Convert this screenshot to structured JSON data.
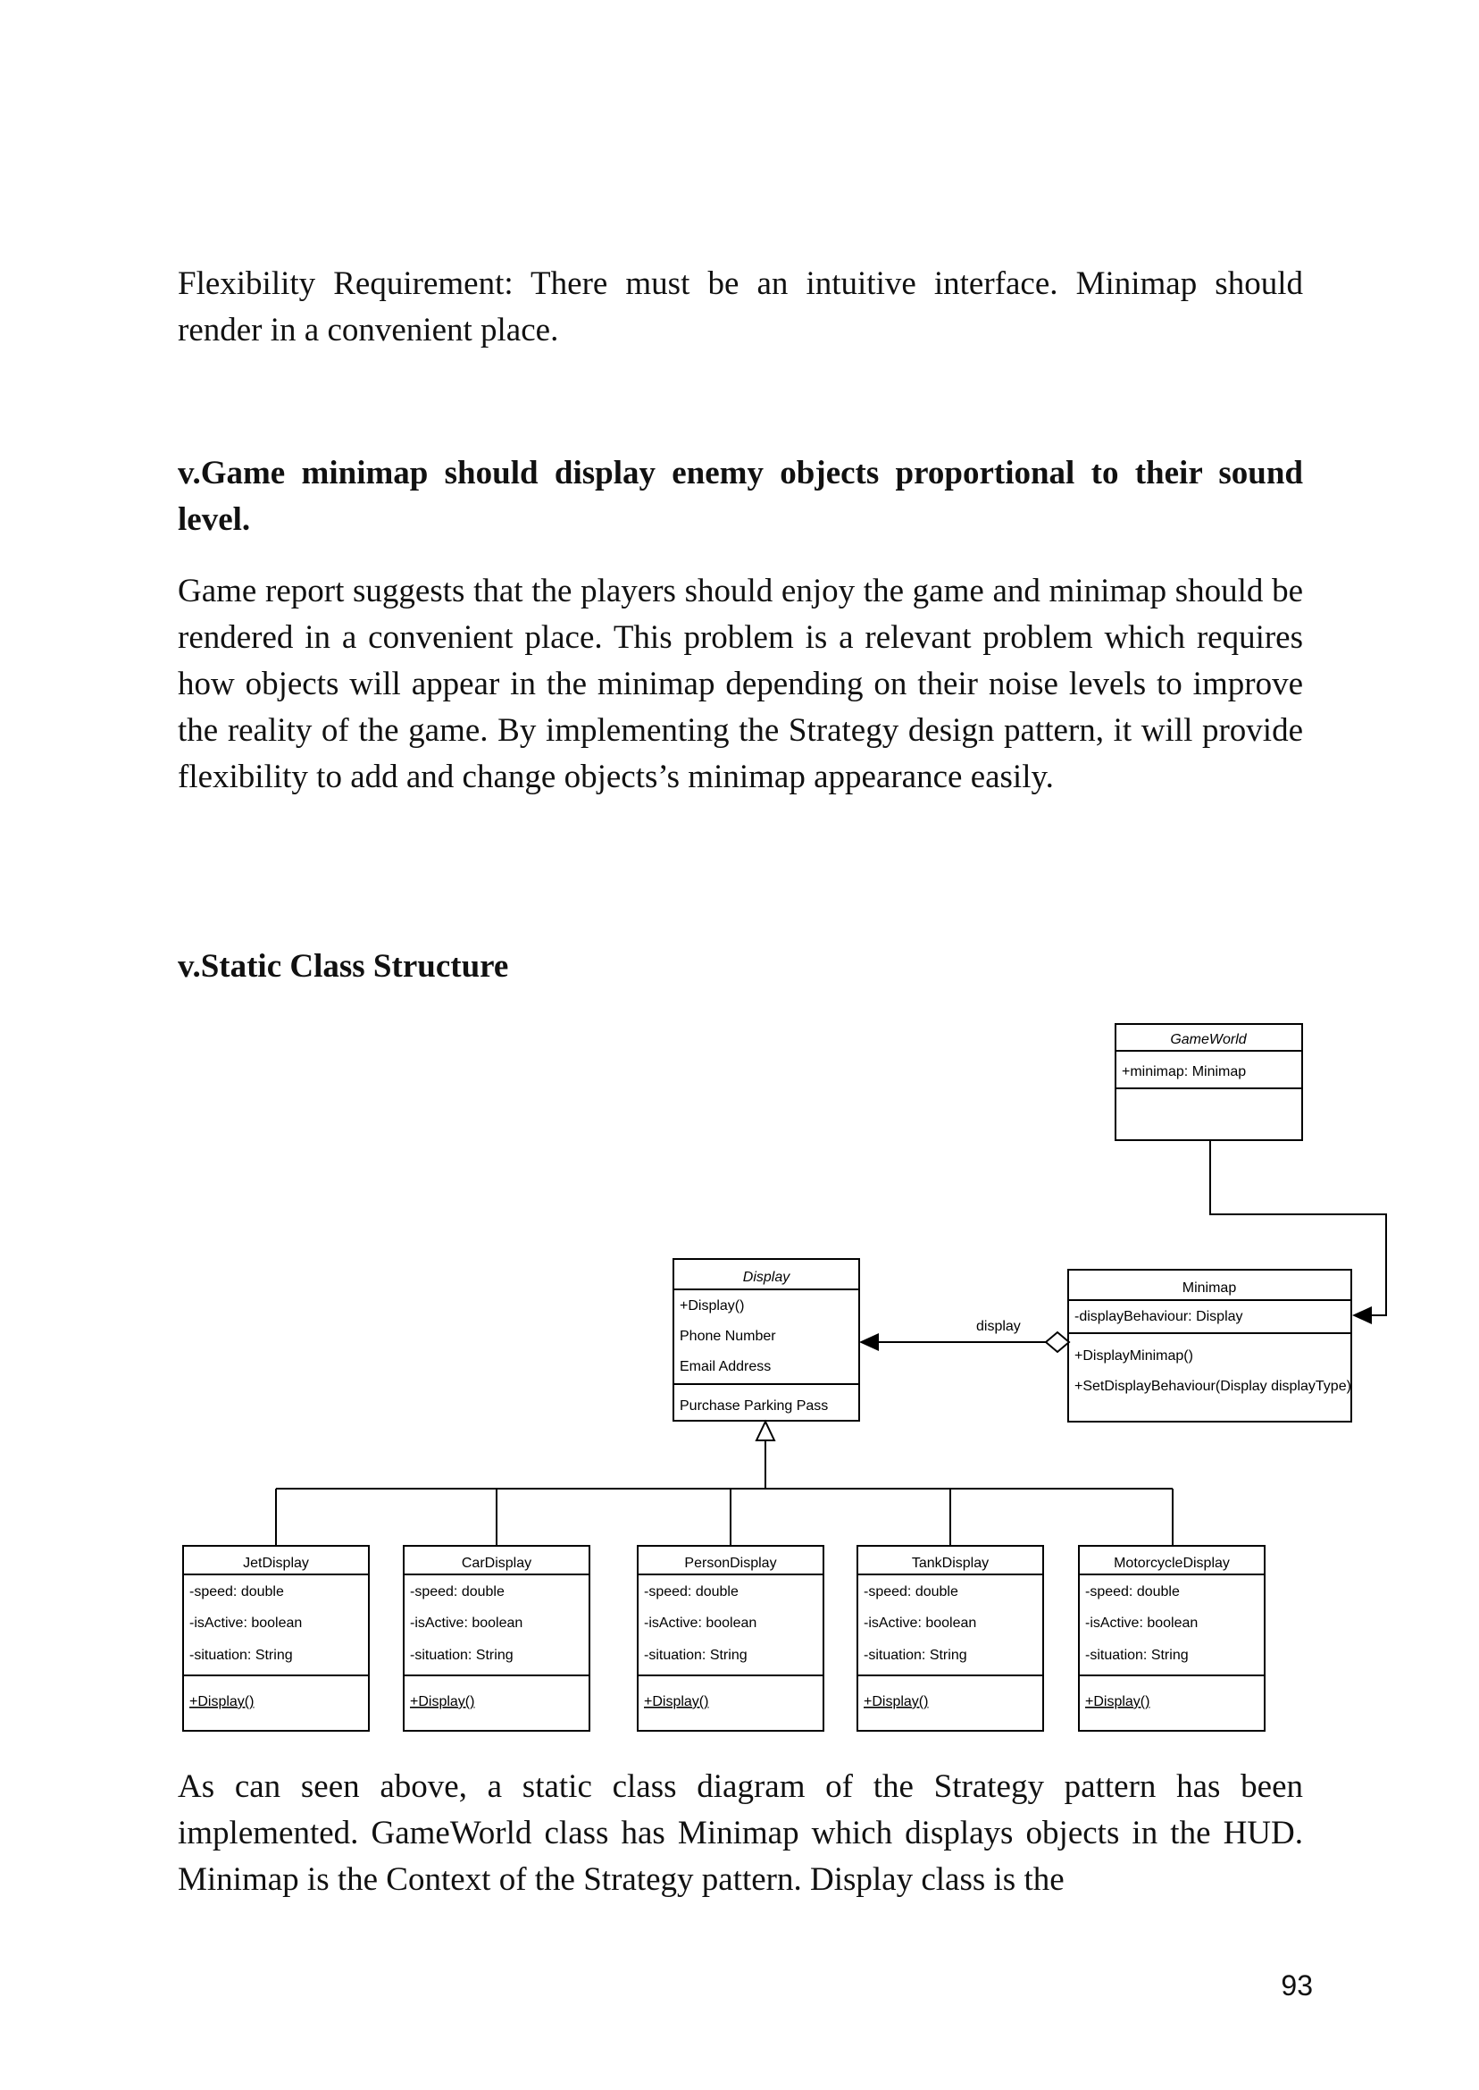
{
  "paragraphs": {
    "flexibility": "Flexibility Requirement: There must be an intuitive interface. Minimap should render in a convenient place.",
    "heading_minimap": "v.Game minimap should display enemy objects proportional to their sound level.",
    "game_report": "Game report suggests that the players should enjoy the game and minimap should be rendered in a convenient place. This problem is a relevant problem which requires how  objects will appear in the minimap depending on their noise levels to improve the reality of the game. By implementing the Strategy design pattern, it will provide flexibility to add and change objects’s minimap appearance easily.",
    "heading_static": "v.Static Class Structure",
    "after_diagram": "As can seen above, a static class diagram of the Strategy pattern has been implemented. GameWorld class has Minimap which displays objects in the HUD. Minimap is the Context of the Strategy pattern. Display class is the"
  },
  "page_number": "93",
  "diagram": {
    "gameworld": {
      "name": "GameWorld",
      "attributes": [
        "+minimap: Minimap"
      ],
      "methods": []
    },
    "display": {
      "name": "Display",
      "attributes": [
        "+Display()",
        "Phone Number",
        "Email Address"
      ],
      "methods": [
        "Purchase Parking Pass"
      ]
    },
    "minimap": {
      "name": "Minimap",
      "attributes": [
        "-displayBehaviour: Display"
      ],
      "methods": [
        "+DisplayMinimap()",
        "+SetDisplayBehaviour(Display displayType)"
      ]
    },
    "association_label": "display",
    "subclasses": [
      {
        "name": "JetDisplay",
        "attributes": [
          "-speed: double",
          "-isActive: boolean",
          "-situation: String"
        ],
        "methods": [
          "+Display()"
        ]
      },
      {
        "name": "CarDisplay",
        "attributes": [
          "-speed: double",
          "-isActive: boolean",
          "-situation: String"
        ],
        "methods": [
          "+Display()"
        ]
      },
      {
        "name": "PersonDisplay",
        "attributes": [
          "-speed: double",
          "-isActive: boolean",
          "-situation: String"
        ],
        "methods": [
          "+Display()"
        ]
      },
      {
        "name": "TankDisplay",
        "attributes": [
          "-speed: double",
          "-isActive: boolean",
          "-situation: String"
        ],
        "methods": [
          "+Display()"
        ]
      },
      {
        "name": "MotorcycleDisplay",
        "attributes": [
          "-speed: double",
          "-isActive: boolean",
          "-situation: String"
        ],
        "methods": [
          "+Display()"
        ]
      }
    ]
  }
}
